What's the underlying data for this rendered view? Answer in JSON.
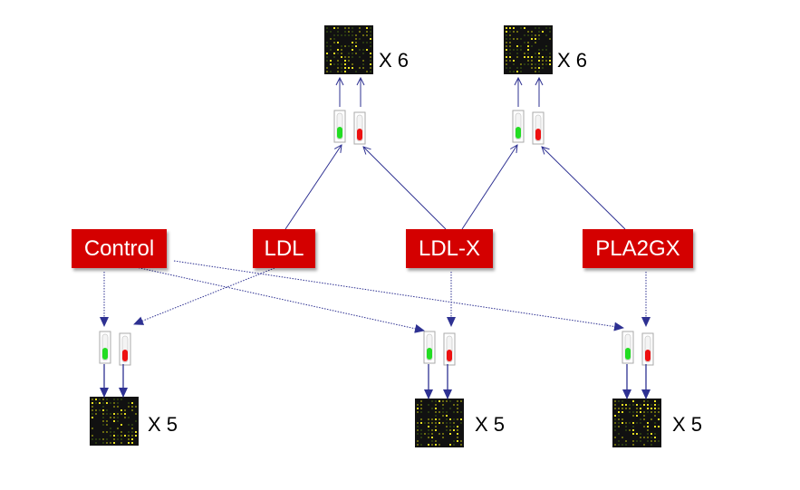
{
  "conditions": [
    {
      "label": "Control"
    },
    {
      "label": "LDL"
    },
    {
      "label": "LDL-X"
    },
    {
      "label": "PLA2GX"
    }
  ],
  "replicates": {
    "top_left": "X 6",
    "top_right": "X 6",
    "bottom_left": "X 5",
    "bottom_middle": "X 5",
    "bottom_right": "X 5"
  },
  "colors": {
    "condition_box": "#d40000",
    "arrow": "#2e3192",
    "tube_green": "#22dd22",
    "tube_red": "#ee1111",
    "array_spot": "#e8e020"
  }
}
